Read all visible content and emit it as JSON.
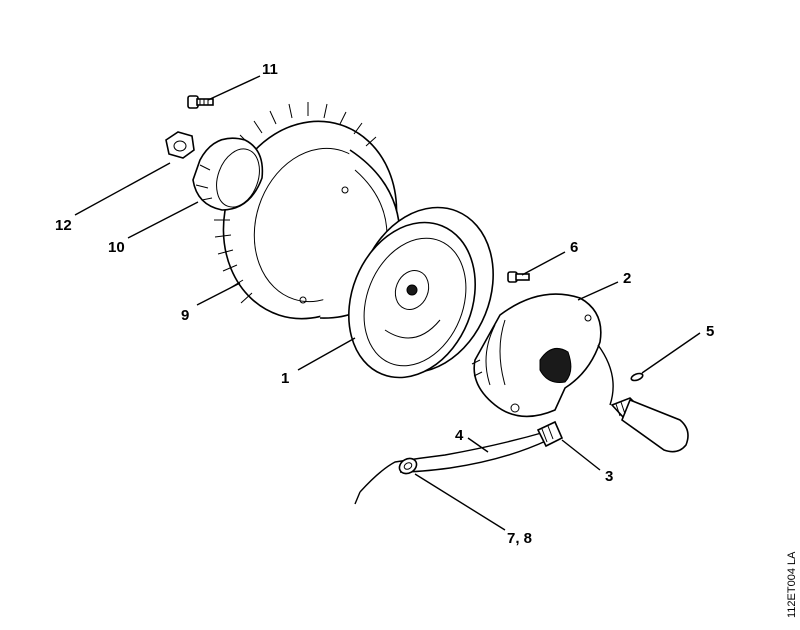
{
  "callouts": {
    "c1": "1",
    "c2": "2",
    "c3": "3",
    "c4": "4",
    "c5": "5",
    "c6": "6",
    "c78": "7, 8",
    "c9": "9",
    "c10": "10",
    "c11": "11",
    "c12": "12"
  },
  "reference_code": "112ET004 LA"
}
